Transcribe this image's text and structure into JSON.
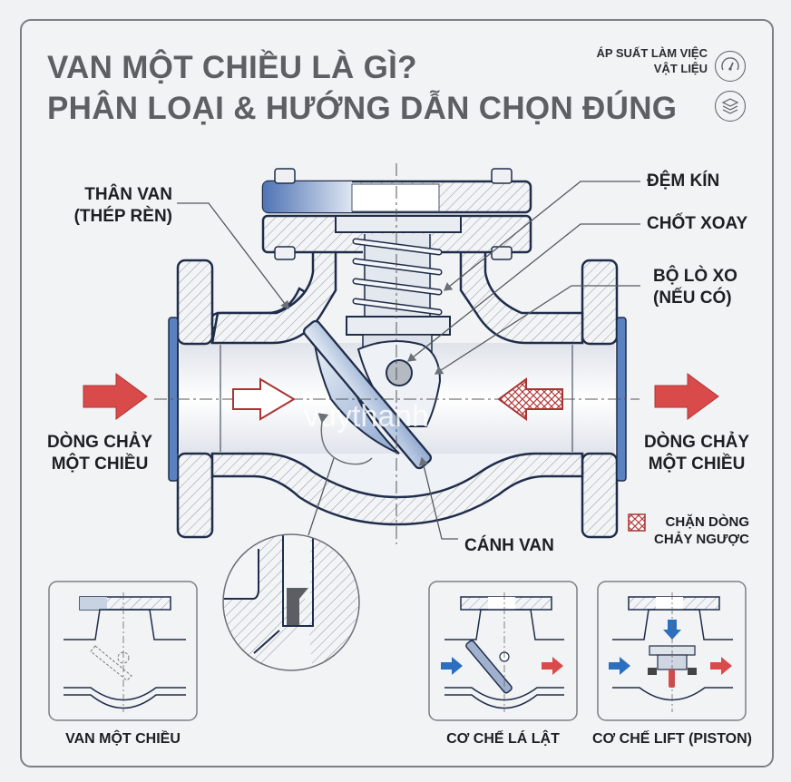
{
  "title": {
    "line1": "VAN MỘT CHIỀU LÀ GÌ?",
    "line2": "PHÂN LOẠI & HƯỚNG DẪN CHỌN ĐÚNG"
  },
  "meta": {
    "line1": "ÁP SUẤT LÀM VIỆC",
    "line2": "VẬT LIỆU",
    "icons": [
      "gauge-icon",
      "layers-icon"
    ]
  },
  "labels": {
    "body": [
      "THÂN VAN",
      "(THÉP RÈN)"
    ],
    "gasket": "ĐỆM KÍN",
    "pin": "CHỐT XOAY",
    "spring": [
      "BỘ LÒ XO",
      "(NẾU CÓ)"
    ],
    "flow_left": [
      "DÒNG CHẢY",
      "MỘT CHIỀU"
    ],
    "flow_right": [
      "DÒNG CHẢY",
      "MỘT CHIỀU"
    ],
    "disc": "CÁNH VAN",
    "legend_block": [
      "CHẶN DÒNG",
      "CHẢY NGƯỢC"
    ]
  },
  "watermark": "vuythanh",
  "thumbnails": [
    {
      "caption": "VAN MỘT CHIỀU"
    },
    {
      "caption": "CƠ CHẾ LÁ LẬT"
    },
    {
      "caption": "CƠ CHẾ LIFT (PISTON)"
    }
  ],
  "colors": {
    "flow_red": "#d94a4a",
    "flow_blue": "#2a6fc0",
    "flange_face": "#5b82c0",
    "outline": "#1f2d4a",
    "title_gray": "#5d5f63"
  }
}
